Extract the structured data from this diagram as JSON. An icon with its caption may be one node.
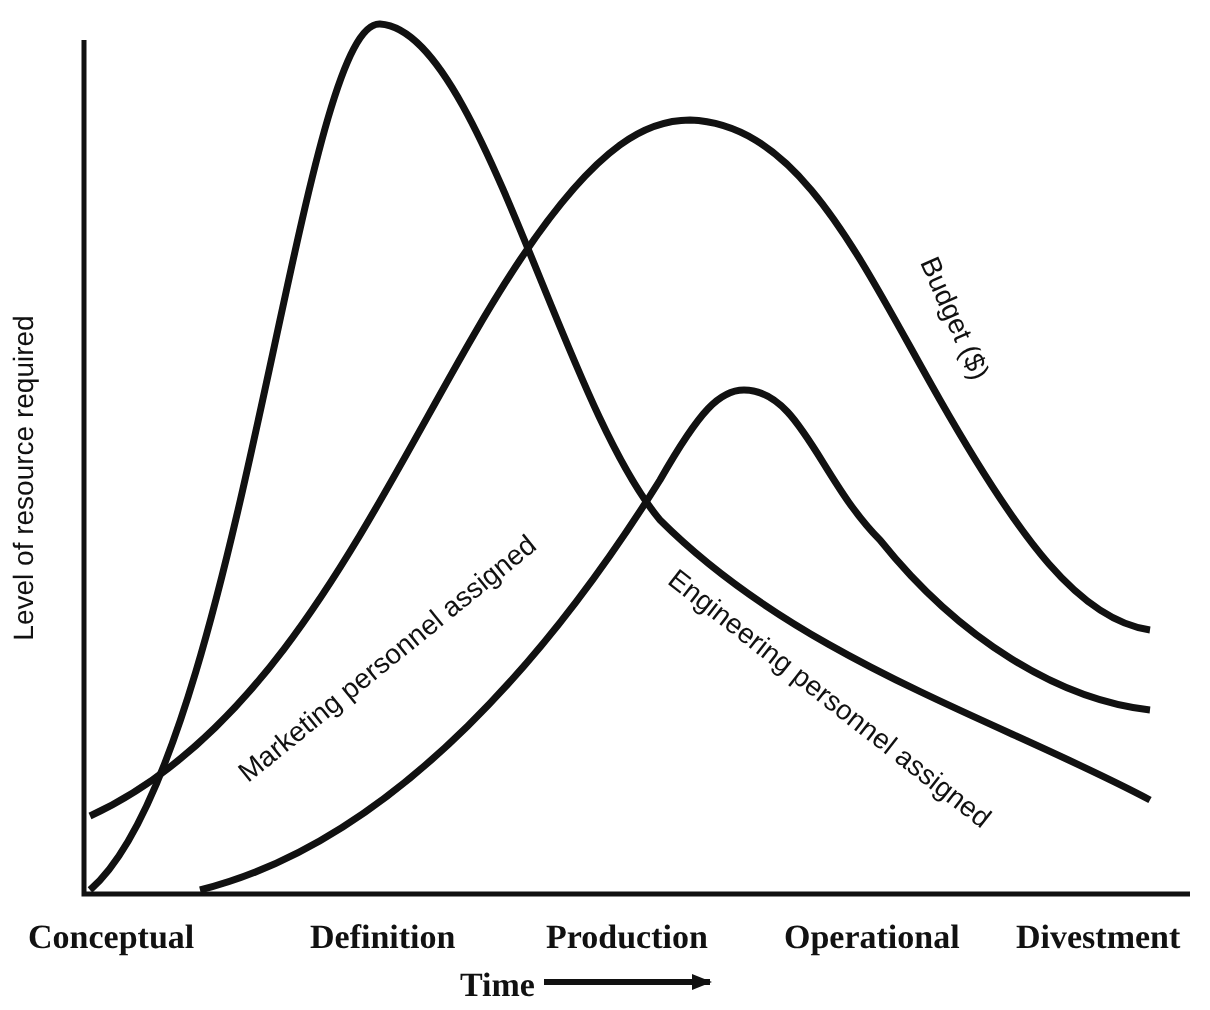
{
  "diagram": {
    "labels": [
      "Budget ($)",
      "Level of resource required",
      "Marketing personnel assigned",
      "Engineering personnel assigned",
      "Conceptual",
      "Definition",
      "Production",
      "Operational",
      "Divestment",
      "Time"
    ]
  }
}
